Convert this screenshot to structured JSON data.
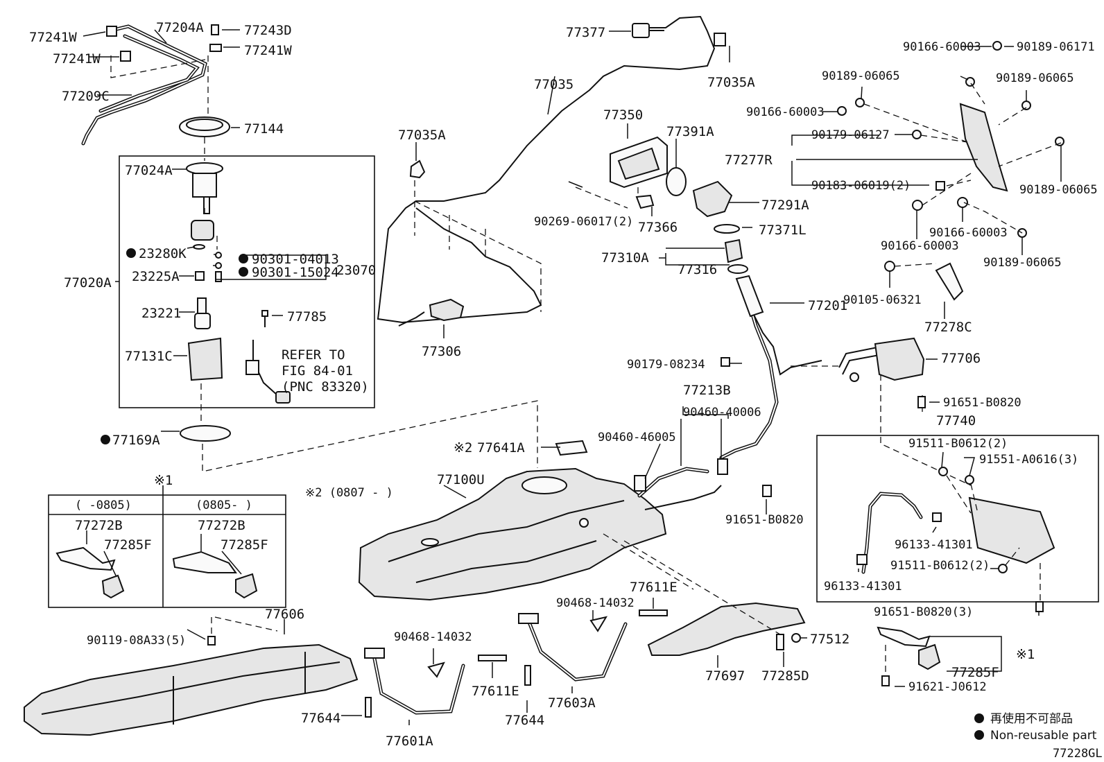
{
  "figure_code": "77228GL",
  "labels": {
    "p77241W_a": "77241W",
    "p77204A": "77204A",
    "p77243D": "77243D",
    "p77241W_b": "77241W",
    "p77241W_c": "77241W",
    "p77209C": "77209C",
    "p77144": "77144",
    "p77024A": "77024A",
    "p23280K": "23280K",
    "p90301_04013": "90301-04013",
    "p90301_15024": "90301-15024",
    "p23070": "23070",
    "p77020A": "77020A",
    "p23225A": "23225A",
    "p23221": "23221",
    "p77785": "77785",
    "p77131C": "77131C",
    "refer1": "REFER TO",
    "refer2": "FIG 84-01",
    "refer3": "(PNC 83320)",
    "p77169A": "77169A",
    "p77377": "77377",
    "p77035": "77035",
    "p77035A_a": "77035A",
    "p77035A_b": "77035A",
    "p77306": "77306",
    "p77350": "77350",
    "p77391A": "77391A",
    "p77277R": "77277R",
    "p90269": "90269-06017(2)",
    "p77366": "77366",
    "p77291A": "77291A",
    "p77371L": "77371L",
    "p77310A": "77310A",
    "p77316": "77316",
    "p77201": "77201",
    "p90166_a": "90166-60003",
    "p90189_06171": "90189-06171",
    "p90189_a": "90189-06065",
    "p90189_b": "90189-06065",
    "p90166_b": "90166-60003",
    "p90179_06127": "90179-06127",
    "p90183": "90183-06019(2)",
    "p90189_c": "90189-06065",
    "p90166_c": "90166-60003",
    "p90166_d": "90166-60003",
    "p90189_d": "90189-06065",
    "p90105": "90105-06321",
    "p77278C": "77278C",
    "p90179_08234": "90179-08234",
    "p77706": "77706",
    "p77213B": "77213B",
    "p90460_40006": "90460-40006",
    "p90460_46005": "90460-46005",
    "p91651_a": "91651-B0820",
    "p77740": "77740",
    "p91511_a": "91511-B0612(2)",
    "p91551": "91551-A0616(3)",
    "p77641A": "77641A",
    "note2a": "※2",
    "note2b": "※2 (0807 -      )",
    "p77100U": "77100U",
    "p91651_b": "91651-B0820",
    "p96133_a": "96133-41301",
    "p91511_b": "91511-B0612(2)",
    "p96133_b": "96133-41301",
    "note1": "※1",
    "box_h1": "(      -0805)",
    "box_h2": "(0805-      )",
    "p77272B_a": "77272B",
    "p77285F_a": "77285F",
    "p77272B_b": "77272B",
    "p77285F_b": "77285F",
    "p77606": "77606",
    "p90119": "90119-08A33(5)",
    "p90468_a": "90468-14032",
    "p77611E_a": "77611E",
    "p90468_b": "90468-14032",
    "p77611E_b": "77611E",
    "p77644_a": "77644",
    "p77644_b": "77644",
    "p77601A": "77601A",
    "p77603A": "77603A",
    "p77697": "77697",
    "p77285D": "77285D",
    "p77512": "77512",
    "p91651_c": "91651-B0820(3)",
    "p77285F_c": "77285F",
    "note1b": "※1",
    "p91621": "91621-J0612"
  },
  "legend": {
    "jp": "再使用不可部品",
    "en": "Non-reusable part"
  }
}
